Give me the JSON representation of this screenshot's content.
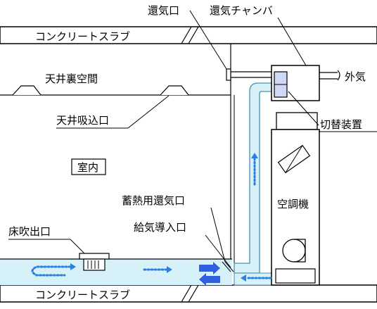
{
  "labels": {
    "concrete_slab_top": "コンクリートスラブ",
    "concrete_slab_bottom": "コンクリートスラブ",
    "return_air_port": "還気口",
    "return_air_chamber": "還気チャンバ",
    "outside_air": "外気",
    "ceiling_plenum": "天井裏空間",
    "ceiling_intake": "天井吸込口",
    "switching_device": "切替装置",
    "room": "室内",
    "air_conditioner": "空調機",
    "storage_return_port": "蓄熱用還気口",
    "supply_inlet": "給気導入口",
    "floor_outlet": "床吹出口"
  },
  "colors": {
    "duct_fill": "#d6f1f8",
    "duct_stroke": "#4a8fb0",
    "arrow_blue": "#3060e0",
    "arrow_dot": "#2a7fe0",
    "device_fill": "#cfd8f5",
    "line": "#000000"
  },
  "icons": {
    "flow_solid": "solid-block-arrow",
    "flow_dotted": "dotted-arrow"
  }
}
